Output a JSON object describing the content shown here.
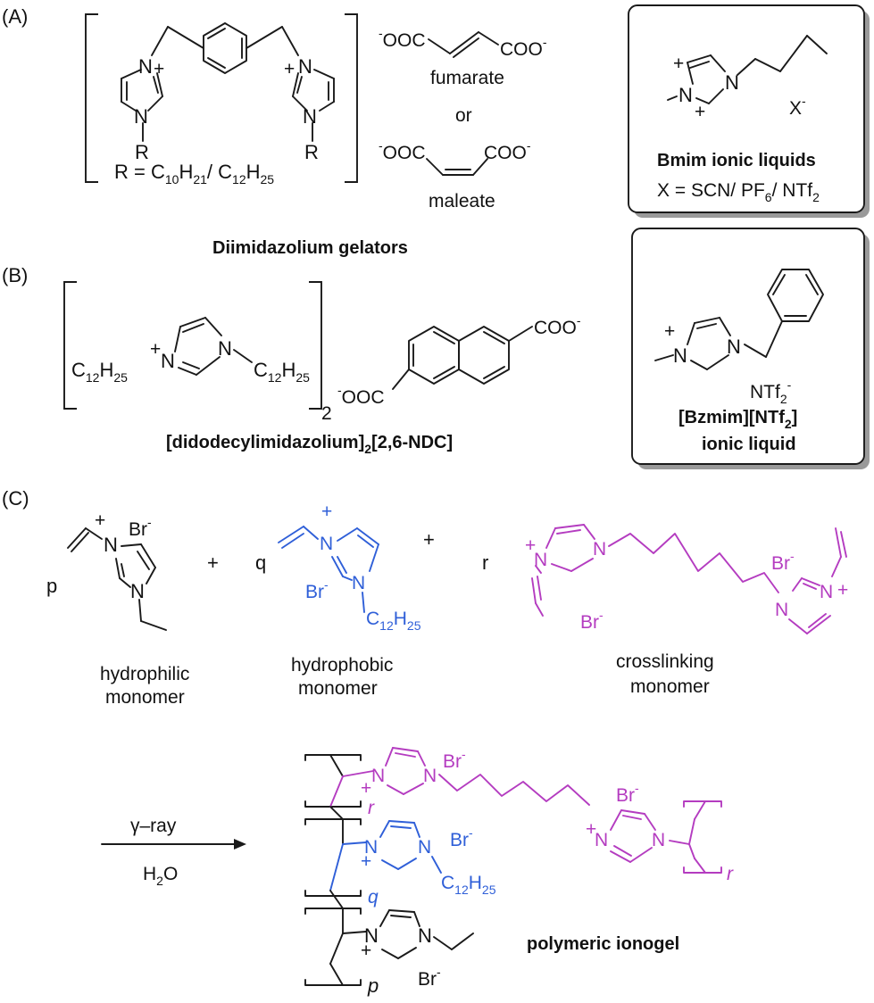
{
  "colors": {
    "ink": "#1a1a1a",
    "hydrophobic": "#2f5fd8",
    "crosslinker": "#b43cc0",
    "box_shadow": "#9a9a9a"
  },
  "panel_a": {
    "label": "(A)",
    "gelator_title": "Diimidazolium gelators",
    "r_group": {
      "prefix": "R = C",
      "n1": "10",
      "h1": "H",
      "n2": "21",
      "sep": "/ C",
      "n3": "12",
      "h2": "H",
      "n4": "25"
    },
    "n_plus": "N",
    "plus": "+",
    "n_plain": "N",
    "r_label": "R",
    "fumarate_name": "fumarate",
    "maleate_name": "maleate",
    "or_label": "or",
    "carboxylate_left": "OOC",
    "carboxylate_right": "COO",
    "minus": "-",
    "bmim_title": "Bmim ionic liquids",
    "bmim_anions": {
      "prefix": "X = SCN/ PF",
      "n1": "6",
      "mid": "/ NTf",
      "n2": "2"
    },
    "bmim_counterion": "X"
  },
  "panel_b": {
    "label": "(B)",
    "alkyl": {
      "c": "C",
      "cn": "12",
      "h": "H",
      "hn": "25"
    },
    "bracket_subscript": "2",
    "salt_title": {
      "open": "[didodecylimidazolium]",
      "sub": "2",
      "close": "[2,6-NDC]"
    },
    "bzmim_anion": {
      "base": "NTf",
      "sub": "2",
      "sup": "-"
    },
    "bzmim_title": {
      "open": "[Bzmim][NTf",
      "sub": "2",
      "close": "]"
    },
    "bzmim_title_line2": "ionic liquid"
  },
  "panel_c": {
    "label": "(C)",
    "coef_p": "p",
    "coef_q": "q",
    "coef_r": "r",
    "plus_sign": "+",
    "bromide": "Br",
    "dodecyl": {
      "c": "C",
      "cn": "12",
      "h": "H",
      "hn": "25"
    },
    "hydrophilic_line1": "hydrophilic",
    "hydrophilic_line2": "monomer",
    "hydrophobic_line1": "hydrophobic",
    "hydrophobic_line2": "monomer",
    "crosslinking_line1": "crosslinking",
    "crosslinking_line2": "monomer",
    "condition_top": "γ–ray",
    "condition_bottom": {
      "h": "H",
      "sub": "2",
      "o": "O"
    },
    "product_title": "polymeric ionogel"
  }
}
